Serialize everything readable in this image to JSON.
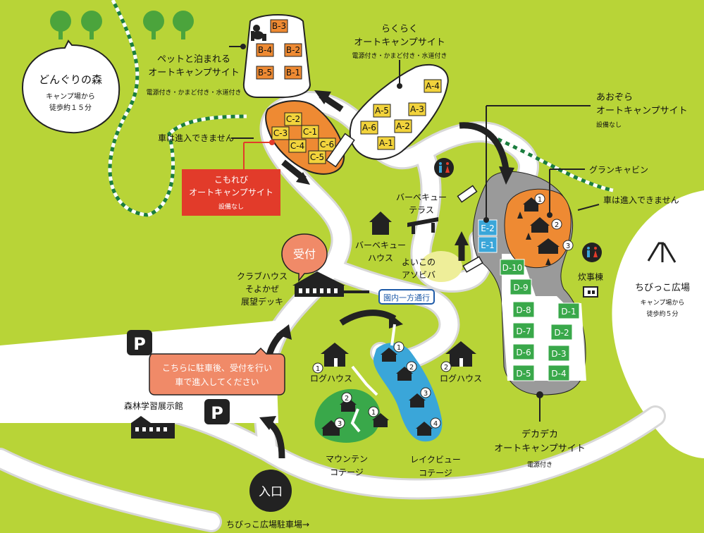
{
  "colors": {
    "grass": "#b8d437",
    "road": "#ffffff",
    "road_edge": "#d8d8d8",
    "site_yellow": "#f2d33c",
    "site_green": "#39a84a",
    "site_blue": "#3aa6d9",
    "site_orange": "#ee8a33",
    "area_gray": "#9a9a9a",
    "accent_red": "#e23b2a",
    "accent_salmon": "#f08a68",
    "boundary_green": "#1a7d3e",
    "ink": "#111111"
  },
  "places": {
    "donguri": {
      "title": "どんぐりの森",
      "sub1": "キャンプ場から",
      "sub2": "徒歩約１５分"
    },
    "chibikko": {
      "title": "ちびっこ広場",
      "sub1": "キャンプ場から",
      "sub2": "徒歩約５分"
    },
    "pet": {
      "title1": "ペットと泊まれる",
      "title2": "オートキャンプサイト",
      "sub": "電源付き・かまど付き・水道付き",
      "sites": [
        "B-3",
        "B-4",
        "B-2",
        "B-5",
        "B-1"
      ]
    },
    "rakuraku": {
      "title1": "らくらく",
      "title2": "オートキャンプサイト",
      "sub": "電源付き・かまど付き・水道付き",
      "sites": [
        "A-4",
        "A-5",
        "A-3",
        "A-6",
        "A-2",
        "A-1"
      ]
    },
    "aozora": {
      "title1": "あおぞら",
      "title2": "オートキャンプサイト",
      "sub": "設備なし"
    },
    "komorebi": {
      "title1": "こもれび",
      "title2": "オートキャンプサイト",
      "sub": "設備なし",
      "sites": [
        "C-2",
        "C-3",
        "C-1",
        "C-4",
        "C-6",
        "C-5"
      ]
    },
    "grancabin": {
      "title": "グランキャビン",
      "nums": [
        "1",
        "2",
        "3"
      ]
    },
    "dekadeka": {
      "title1": "デカデカ",
      "title2": "オートキャンプサイト",
      "sub": "電源付き",
      "sites": [
        "D-10",
        "D-9",
        "D-8",
        "D-7",
        "D-6",
        "D-5",
        "D-1",
        "D-2",
        "D-3",
        "D-4"
      ]
    },
    "e_sites": [
      "E-2",
      "E-1"
    ],
    "bbq_terrace": {
      "l1": "バーベキュー",
      "l2": "テラス"
    },
    "bbq_house": {
      "l1": "バーベキュー",
      "l2": "ハウス"
    },
    "yoikono": {
      "l1": "よいこの",
      "l2": "アソビバ"
    },
    "clubhouse": {
      "l1": "クラブハウス",
      "l2": "そよかぜ",
      "l3": "展望デッキ"
    },
    "reception": "受付",
    "oneway": "園内一方通行",
    "loghouse": "ログハウス",
    "log_nums": [
      "1",
      "2"
    ],
    "mountain": {
      "l1": "マウンテン",
      "l2": "コテージ",
      "nums": [
        "1",
        "2",
        "3"
      ]
    },
    "lakeview": {
      "l1": "レイクビュー",
      "l2": "コテージ",
      "nums": [
        "1",
        "2",
        "3",
        "4"
      ]
    },
    "suijito": "炊事棟",
    "shinrin": "森林学習展示館",
    "parking": "P",
    "notice": {
      "l1": "こちらに駐車後、受付を行い",
      "l2": "車で進入してください"
    },
    "no_car": "車は進入できません",
    "entrance": "入口",
    "chibikko_parking": "ちびっこ広場駐車場→"
  }
}
